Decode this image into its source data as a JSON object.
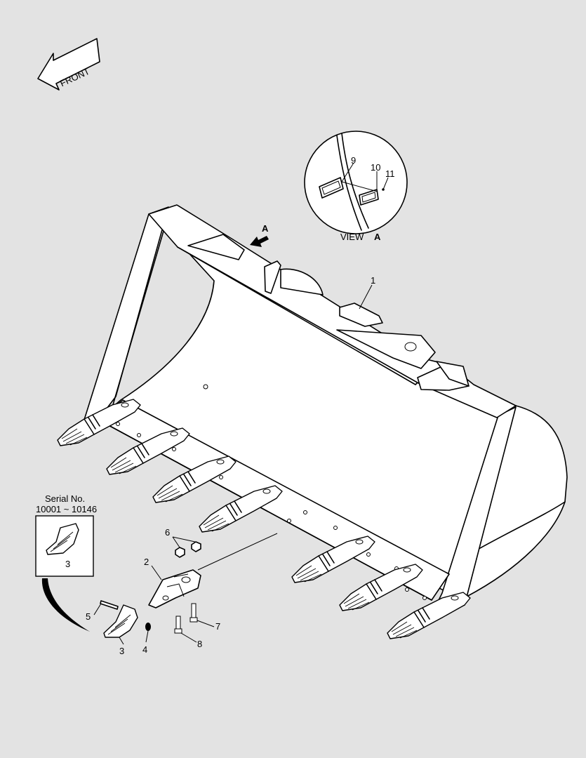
{
  "front_arrow": {
    "label": "FRONT"
  },
  "view_a": {
    "caption": "VIEW",
    "letter": "A",
    "labels": [
      "9",
      "10",
      "11"
    ]
  },
  "view_marker": {
    "letter": "A"
  },
  "serial_box": {
    "line1": "Serial No.",
    "line2": "10001 ~ 10146",
    "label": "3"
  },
  "callouts": [
    "1",
    "2",
    "3",
    "4",
    "5",
    "6",
    "7",
    "8"
  ]
}
